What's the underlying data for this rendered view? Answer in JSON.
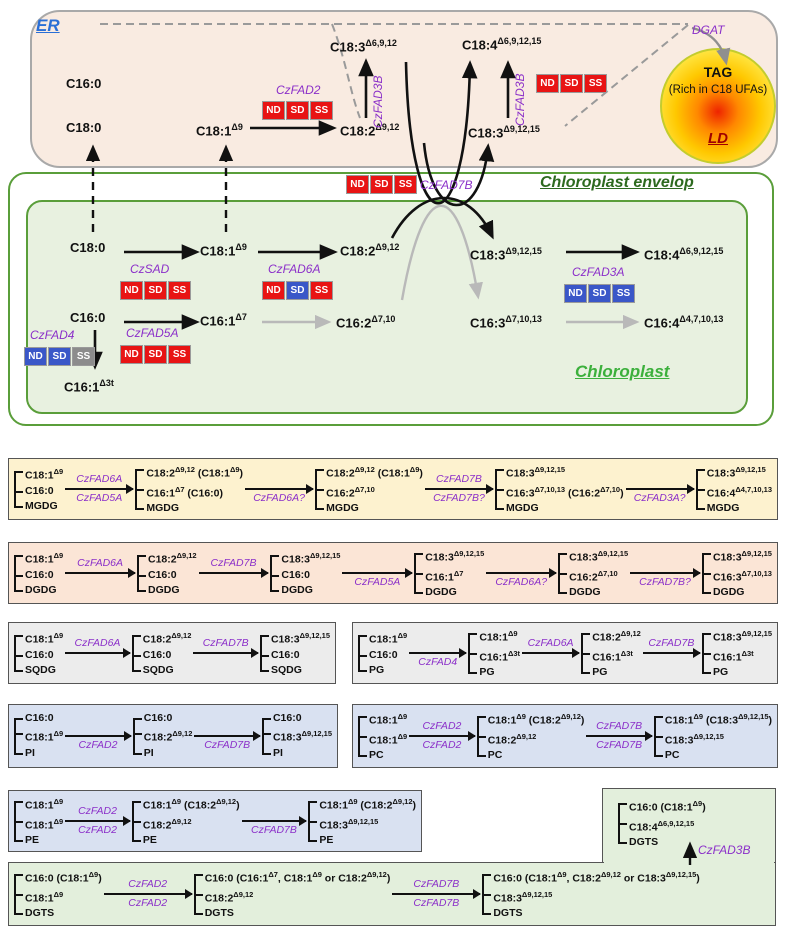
{
  "er": {
    "label": "ER",
    "compounds": {
      "c16_0": "C16:0",
      "c18_0": "C18:0",
      "c18_1": "C18:1^{Δ9}",
      "c18_2": "C18:2^{Δ9,12}",
      "c18_3_6912": "C18:3^{Δ6,9,12}",
      "c18_4": "C18:4^{Δ6,9,12,15}",
      "c18_3_91215": "C18:3^{Δ9,12,15}"
    },
    "enzymes": {
      "fad2": "CzFAD2",
      "fad3b_left": "CzFAD3B",
      "fad3b_right": "CzFAD3B",
      "dgat": "DGAT"
    },
    "lipid_droplet": {
      "title": "TAG",
      "subtitle": "(Rich in C18 UFAs)",
      "label": "LD"
    }
  },
  "envelope": {
    "label": "Chloroplast envelop",
    "enzyme": "CzFAD7B"
  },
  "chloroplast": {
    "label": "Chloroplast",
    "compounds": {
      "c18_0": "C18:0",
      "c18_1": "C18:1^{Δ9}",
      "c18_2": "C18:2^{Δ9,12}",
      "c18_3": "C18:3^{Δ9,12,15}",
      "c18_4": "C18:4^{Δ6,9,12,15}",
      "c16_0": "C16:0",
      "c16_1": "C16:1^{Δ7}",
      "c16_2": "C16:2^{Δ7,10}",
      "c16_3": "C16:3^{Δ7,10,13}",
      "c16_4": "C16:4^{Δ4,7,10,13}",
      "c16_1_3t": "C16:1^{Δ3t}"
    },
    "enzymes": {
      "sad": "CzSAD",
      "fad6a": "CzFAD6A",
      "fad5a": "CzFAD5A",
      "fad4": "CzFAD4",
      "fad3a": "CzFAD3A"
    }
  },
  "expression_boxes": {
    "cells": [
      "ND",
      "SD",
      "SS"
    ],
    "colors": {
      "red": "#e81414",
      "blue": "#3a57c8",
      "gray": "#8c8c8c"
    },
    "groups": {
      "fad2_er": [
        "red",
        "red",
        "red"
      ],
      "fad3b_er": [
        "red",
        "red",
        "red"
      ],
      "fad7b_env": [
        "red",
        "red",
        "red"
      ],
      "sad": [
        "red",
        "red",
        "red"
      ],
      "fad6a": [
        "red",
        "blue",
        "red"
      ],
      "fad5a": [
        "red",
        "red",
        "red"
      ],
      "fad4": [
        "blue",
        "blue",
        "gray"
      ],
      "fad3a": [
        "blue",
        "blue",
        "blue"
      ]
    }
  },
  "pathways": {
    "mgdg": {
      "items": [
        {
          "type": "block",
          "lines": [
            "C18:1^{Δ9}",
            "C16:0",
            "MGDG"
          ]
        },
        {
          "type": "arrow",
          "top": "CzFAD6A",
          "bottom": "CzFAD5A"
        },
        {
          "type": "block",
          "lines": [
            "C18:2^{Δ9,12} (C18:1^{Δ9})",
            "C16:1^{Δ7} (C16:0)",
            "MGDG"
          ]
        },
        {
          "type": "arrow",
          "top": "",
          "bottom": "CzFAD6A?"
        },
        {
          "type": "block",
          "lines": [
            "C18:2^{Δ9,12} (C18:1^{Δ9})",
            "C16:2^{Δ7,10}",
            "MGDG"
          ]
        },
        {
          "type": "arrow",
          "top": "CzFAD7B",
          "bottom": "CzFAD7B?"
        },
        {
          "type": "block",
          "lines": [
            "C18:3^{Δ9,12,15}",
            "C16:3^{Δ7,10,13} (C16:2^{Δ7,10})",
            "MGDG"
          ]
        },
        {
          "type": "arrow",
          "top": "",
          "bottom": "CzFAD3A?"
        },
        {
          "type": "block",
          "lines": [
            "C18:3^{Δ9,12,15}",
            "C16:4^{Δ4,7,10,13}",
            "MGDG"
          ]
        }
      ]
    },
    "dgdg": {
      "items": [
        {
          "type": "block",
          "lines": [
            "C18:1^{Δ9}",
            "C16:0",
            "DGDG"
          ]
        },
        {
          "type": "arrow",
          "top": "CzFAD6A",
          "bottom": ""
        },
        {
          "type": "block",
          "lines": [
            "C18:2^{Δ9,12}",
            "C16:0",
            "DGDG"
          ]
        },
        {
          "type": "arrow",
          "top": "CzFAD7B",
          "bottom": ""
        },
        {
          "type": "block",
          "lines": [
            "C18:3^{Δ9,12,15}",
            "C16:0",
            "DGDG"
          ]
        },
        {
          "type": "arrow",
          "top": "",
          "bottom": "CzFAD5A"
        },
        {
          "type": "block",
          "lines": [
            "C18:3^{Δ9,12,15}",
            "C16:1^{Δ7}",
            "DGDG"
          ]
        },
        {
          "type": "arrow",
          "top": "",
          "bottom": "CzFAD6A?"
        },
        {
          "type": "block",
          "lines": [
            "C18:3^{Δ9,12,15}",
            "C16:2^{Δ7,10}",
            "DGDG"
          ]
        },
        {
          "type": "arrow",
          "top": "",
          "bottom": "CzFAD7B?"
        },
        {
          "type": "block",
          "lines": [
            "C18:3^{Δ9,12,15}",
            "C16:3^{Δ7,10,13}",
            "DGDG"
          ]
        }
      ]
    },
    "sqdg": {
      "items": [
        {
          "type": "block",
          "lines": [
            "C18:1^{Δ9}",
            "C16:0",
            "SQDG"
          ]
        },
        {
          "type": "arrow",
          "top": "CzFAD6A",
          "bottom": ""
        },
        {
          "type": "block",
          "lines": [
            "C18:2^{Δ9,12}",
            "C16:0",
            "SQDG"
          ]
        },
        {
          "type": "arrow",
          "top": "CzFAD7B",
          "bottom": ""
        },
        {
          "type": "block",
          "lines": [
            "C18:3^{Δ9,12,15}",
            "C16:0",
            "SQDG"
          ]
        }
      ]
    },
    "pg": {
      "items": [
        {
          "type": "block",
          "lines": [
            "C18:1^{Δ9}",
            "C16:0",
            "PG"
          ]
        },
        {
          "type": "arrow",
          "top": "",
          "bottom": "CzFAD4"
        },
        {
          "type": "block",
          "lines": [
            "C18:1^{Δ9}",
            "C16:1^{Δ3t}",
            "PG"
          ]
        },
        {
          "type": "arrow",
          "top": "CzFAD6A",
          "bottom": ""
        },
        {
          "type": "block",
          "lines": [
            "C18:2^{Δ9,12}",
            "C16:1^{Δ3t}",
            "PG"
          ]
        },
        {
          "type": "arrow",
          "top": "CzFAD7B",
          "bottom": ""
        },
        {
          "type": "block",
          "lines": [
            "C18:3^{Δ9,12,15}",
            "C16:1^{Δ3t}",
            "PG"
          ]
        }
      ]
    },
    "pi": {
      "items": [
        {
          "type": "block",
          "lines": [
            "C16:0",
            "C18:1^{Δ9}",
            "PI"
          ]
        },
        {
          "type": "arrow",
          "top": "",
          "bottom": "CzFAD2"
        },
        {
          "type": "block",
          "lines": [
            "C16:0",
            "C18:2^{Δ9,12}",
            "PI"
          ]
        },
        {
          "type": "arrow",
          "top": "",
          "bottom": "CzFAD7B"
        },
        {
          "type": "block",
          "lines": [
            "C16:0",
            "C18:3^{Δ9,12,15}",
            "PI"
          ]
        }
      ]
    },
    "pc": {
      "items": [
        {
          "type": "block",
          "lines": [
            "C18:1^{Δ9}",
            "C18:1^{Δ9}",
            "PC"
          ]
        },
        {
          "type": "arrow",
          "top": "CzFAD2",
          "bottom": "CzFAD2"
        },
        {
          "type": "block",
          "lines": [
            "C18:1^{Δ9} (C18:2^{Δ9,12})",
            "C18:2^{Δ9,12}",
            "PC"
          ]
        },
        {
          "type": "arrow",
          "top": "CzFAD7B",
          "bottom": "CzFAD7B"
        },
        {
          "type": "block",
          "lines": [
            "C18:1^{Δ9} (C18:3^{Δ9,12,15})",
            "C18:3^{Δ9,12,15}",
            "PC"
          ]
        }
      ]
    },
    "pe": {
      "items": [
        {
          "type": "block",
          "lines": [
            "C18:1^{Δ9}",
            "C18:1^{Δ9}",
            "PE"
          ]
        },
        {
          "type": "arrow",
          "top": "CzFAD2",
          "bottom": "CzFAD2"
        },
        {
          "type": "block",
          "lines": [
            "C18:1^{Δ9} (C18:2^{Δ9,12})",
            "C18:2^{Δ9,12}",
            "PE"
          ]
        },
        {
          "type": "arrow",
          "top": "",
          "bottom": "CzFAD7B"
        },
        {
          "type": "block",
          "lines": [
            "C18:1^{Δ9} (C18:2^{Δ9,12})",
            "C18:3^{Δ9,12,15}",
            "PE"
          ]
        }
      ]
    },
    "dgts": {
      "items": [
        {
          "type": "block",
          "lines": [
            "C16:0 (C18:1^{Δ9})",
            "C18:1^{Δ9}",
            "DGTS"
          ]
        },
        {
          "type": "arrow",
          "top": "CzFAD2",
          "bottom": "CzFAD2"
        },
        {
          "type": "block",
          "lines": [
            "C16:0 (C16:1^{Δ7}, C18:1^{Δ9} or C18:2^{Δ9,12})",
            "C18:2^{Δ9,12}",
            "DGTS"
          ]
        },
        {
          "type": "arrow",
          "top": "CzFAD7B",
          "bottom": "CzFAD7B"
        },
        {
          "type": "block",
          "lines": [
            "C16:0 (C18:1^{Δ9}, C18:2^{Δ9,12} or C18:3^{Δ9,12,15})",
            "C18:3^{Δ9,12,15}",
            "DGTS"
          ]
        }
      ]
    },
    "dgts_final": {
      "block": {
        "lines": [
          "C16:0 (C18:1^{Δ9})",
          "C18:4^{Δ6,9,12,15}",
          "DGTS"
        ]
      },
      "enzyme": "CzFAD3B"
    }
  }
}
